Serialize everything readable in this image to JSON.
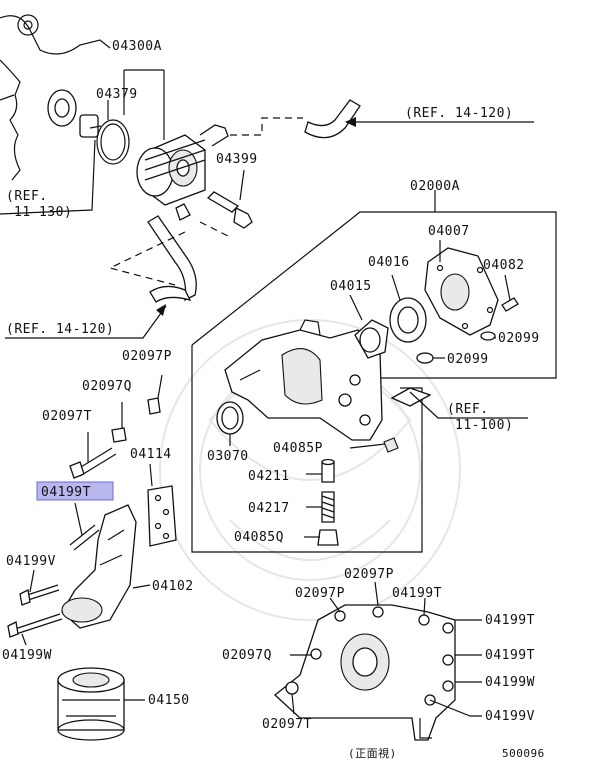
{
  "labels": {
    "p04300a": "04300A",
    "p04379": "04379",
    "p04399": "04399",
    "ref_14_120_top": "(REF. 14-120)",
    "ref_11_130_a": "(REF.",
    "ref_11_130_b": "11-130)",
    "ref_14_120_left": "(REF. 14-120)",
    "p02000a": "02000A",
    "p04007": "04007",
    "p04016": "04016",
    "p04082": "04082",
    "p04015": "04015",
    "p02099a": "02099",
    "p02099b": "02099",
    "p02097p_a": "02097P",
    "p02097q_a": "02097Q",
    "p02097t_a": "02097T",
    "p04114": "04114",
    "p03070": "03070",
    "p04085p": "04085P",
    "ref_11_100_a": "(REF.",
    "ref_11_100_b": "11-100)",
    "p04211": "04211",
    "p04217": "04217",
    "p04085q": "04085Q",
    "p04199t_hl": "04199T",
    "p04199v_a": "04199V",
    "p04102": "04102",
    "p04199w_a": "04199W",
    "p04150": "04150",
    "p02097p_b": "02097P",
    "p02097p_c": "02097P",
    "p04199t_b": "04199T",
    "p04199t_c": "04199T",
    "p02097q_b": "02097Q",
    "p04199t_d": "04199T",
    "p04199w_b": "04199W",
    "p04199v_b": "04199V",
    "p02097t_b": "02097T",
    "front_view": "(正面視)",
    "diagram_id": "500096"
  },
  "highlight_color": "#b8b8ee"
}
